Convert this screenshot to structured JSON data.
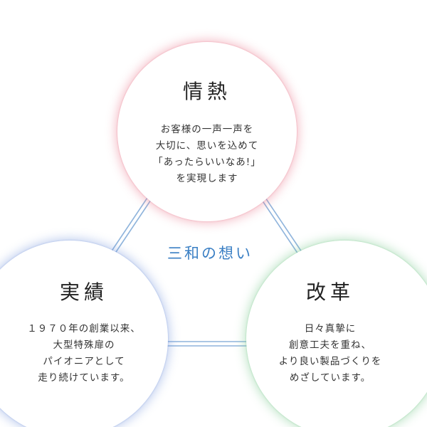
{
  "center_label": "三和の想い",
  "accent_color": "#3a7fc4",
  "top": {
    "title": "情熱",
    "lines": [
      "お客様の一声一声を",
      "大切に、思いを込めて",
      "「あったらいいなあ!」",
      "を実現します"
    ],
    "glow_color": "#e8788c"
  },
  "left": {
    "title": "実績",
    "lines": [
      "１９７０年の創業以来、",
      "大型特殊扉の",
      "パイオニアとして",
      "走り続けています。"
    ],
    "glow_color": "#7896dc"
  },
  "right": {
    "title": "改革",
    "lines": [
      "日々真摯に",
      "創意工夫を重ね、",
      "より良い製品づくりを",
      "めざしています。"
    ],
    "glow_color": "#78c88c"
  }
}
